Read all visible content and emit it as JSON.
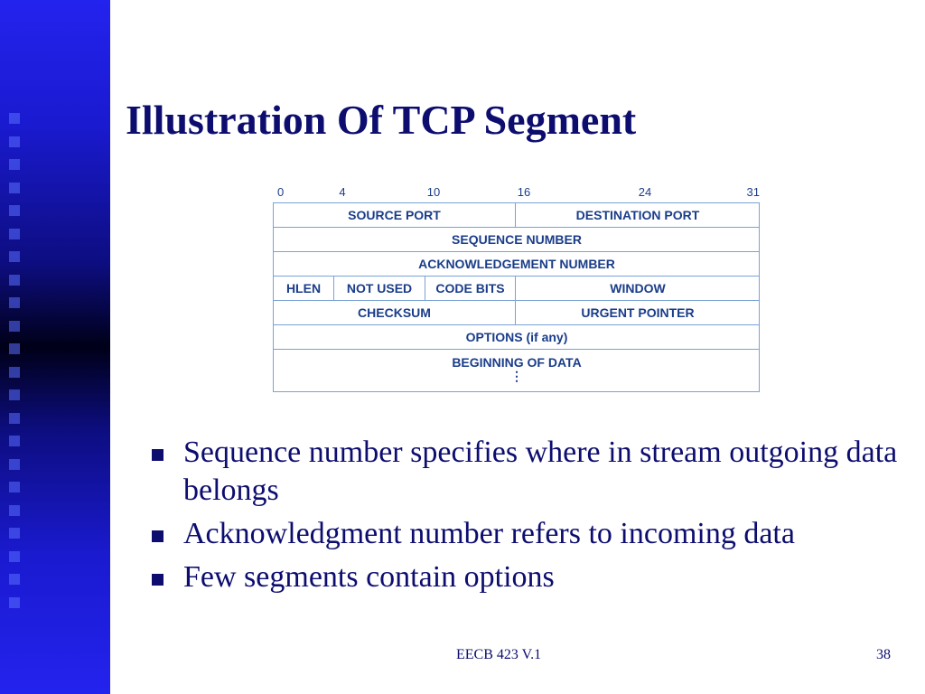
{
  "title": "Illustration Of TCP Segment",
  "diagram": {
    "bit_ticks": [
      "0",
      "4",
      "10",
      "16",
      "24",
      "31"
    ],
    "fields": {
      "source_port": "SOURCE PORT",
      "destination_port": "DESTINATION PORT",
      "sequence_number": "SEQUENCE NUMBER",
      "acknowledgement_number": "ACKNOWLEDGEMENT NUMBER",
      "hlen": "HLEN",
      "not_used": "NOT USED",
      "code_bits": "CODE BITS",
      "window": "WINDOW",
      "checksum": "CHECKSUM",
      "urgent_pointer": "URGENT POINTER",
      "options": "OPTIONS (if any)",
      "beginning_of_data": "BEGINNING OF DATA",
      "ellipsis": "⋮"
    }
  },
  "bullets": [
    "Sequence number specifies where in stream outgoing data belongs",
    "Acknowledgment number refers to incoming data",
    "Few segments contain options"
  ],
  "footer": {
    "course": "EECB 423 V.1",
    "page_number": "38"
  },
  "colors": {
    "title": "#0d0d70",
    "diagram_text": "#1a3d8a",
    "diagram_border": "#7aa2d6",
    "side_band": "#2323ee"
  }
}
